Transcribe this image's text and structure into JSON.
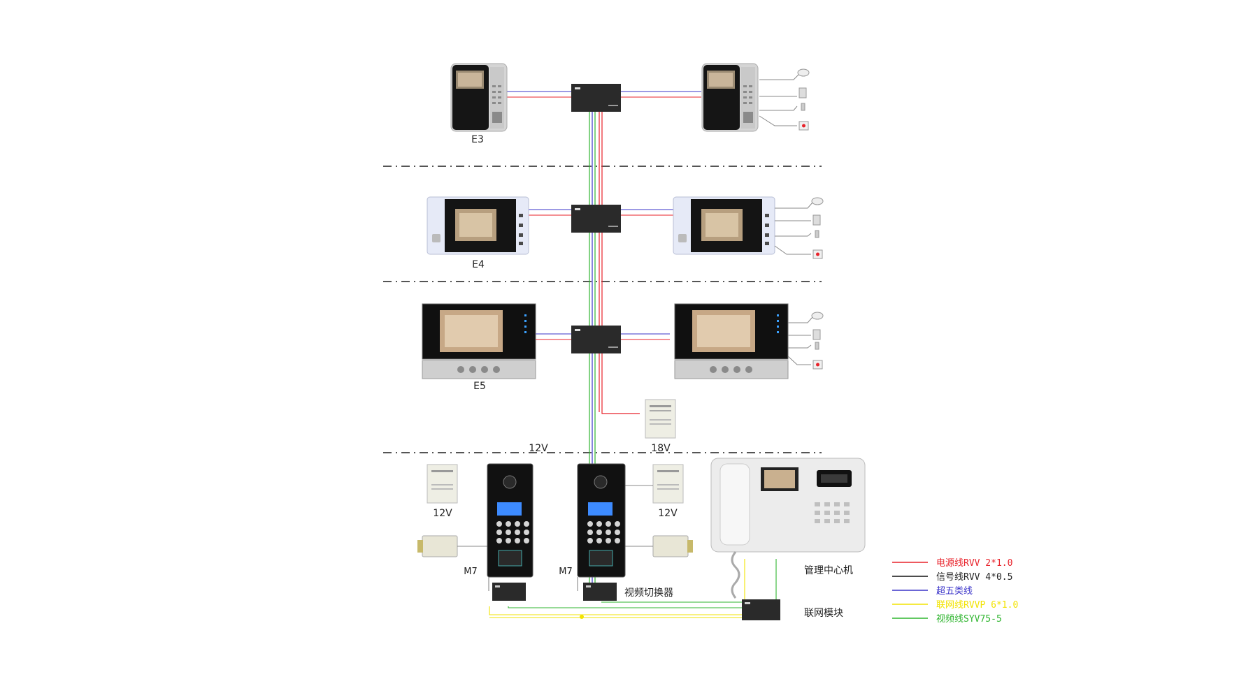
{
  "labels": {
    "e3": "E3",
    "e4": "E4",
    "e5": "E5",
    "m7_left": "M7",
    "m7_right": "M7",
    "psu_18v": "18V",
    "psu_top_12v": "12V",
    "psu_left_12v": "12V",
    "psu_right_12v": "12V",
    "video_switcher": "视频切换器",
    "management_center": "管理中心机",
    "network_module": "联网模块"
  },
  "legend": [
    {
      "text": "电源线RVV 2*1.0",
      "color": "#e8222a"
    },
    {
      "text": "信号线RVV 4*0.5",
      "color": "#111111"
    },
    {
      "text": "超五类线",
      "color": "#3a33c9"
    },
    {
      "text": "联网线RVVP 6*1.0",
      "color": "#f2e300"
    },
    {
      "text": "视频线SYV75-5",
      "color": "#2fb52f"
    }
  ],
  "colors": {
    "power": "#e8222a",
    "signal": "#111111",
    "cat5": "#3a33c9",
    "network": "#f2e300",
    "video": "#2fb52f",
    "device_dark": "#2a2a2a",
    "separator": "#555555"
  },
  "icons": {
    "sensor_1": "smoke-detector-icon",
    "sensor_2": "gas-detector-icon",
    "sensor_3": "door-sensor-icon",
    "sensor_4": "emergency-button-icon"
  }
}
